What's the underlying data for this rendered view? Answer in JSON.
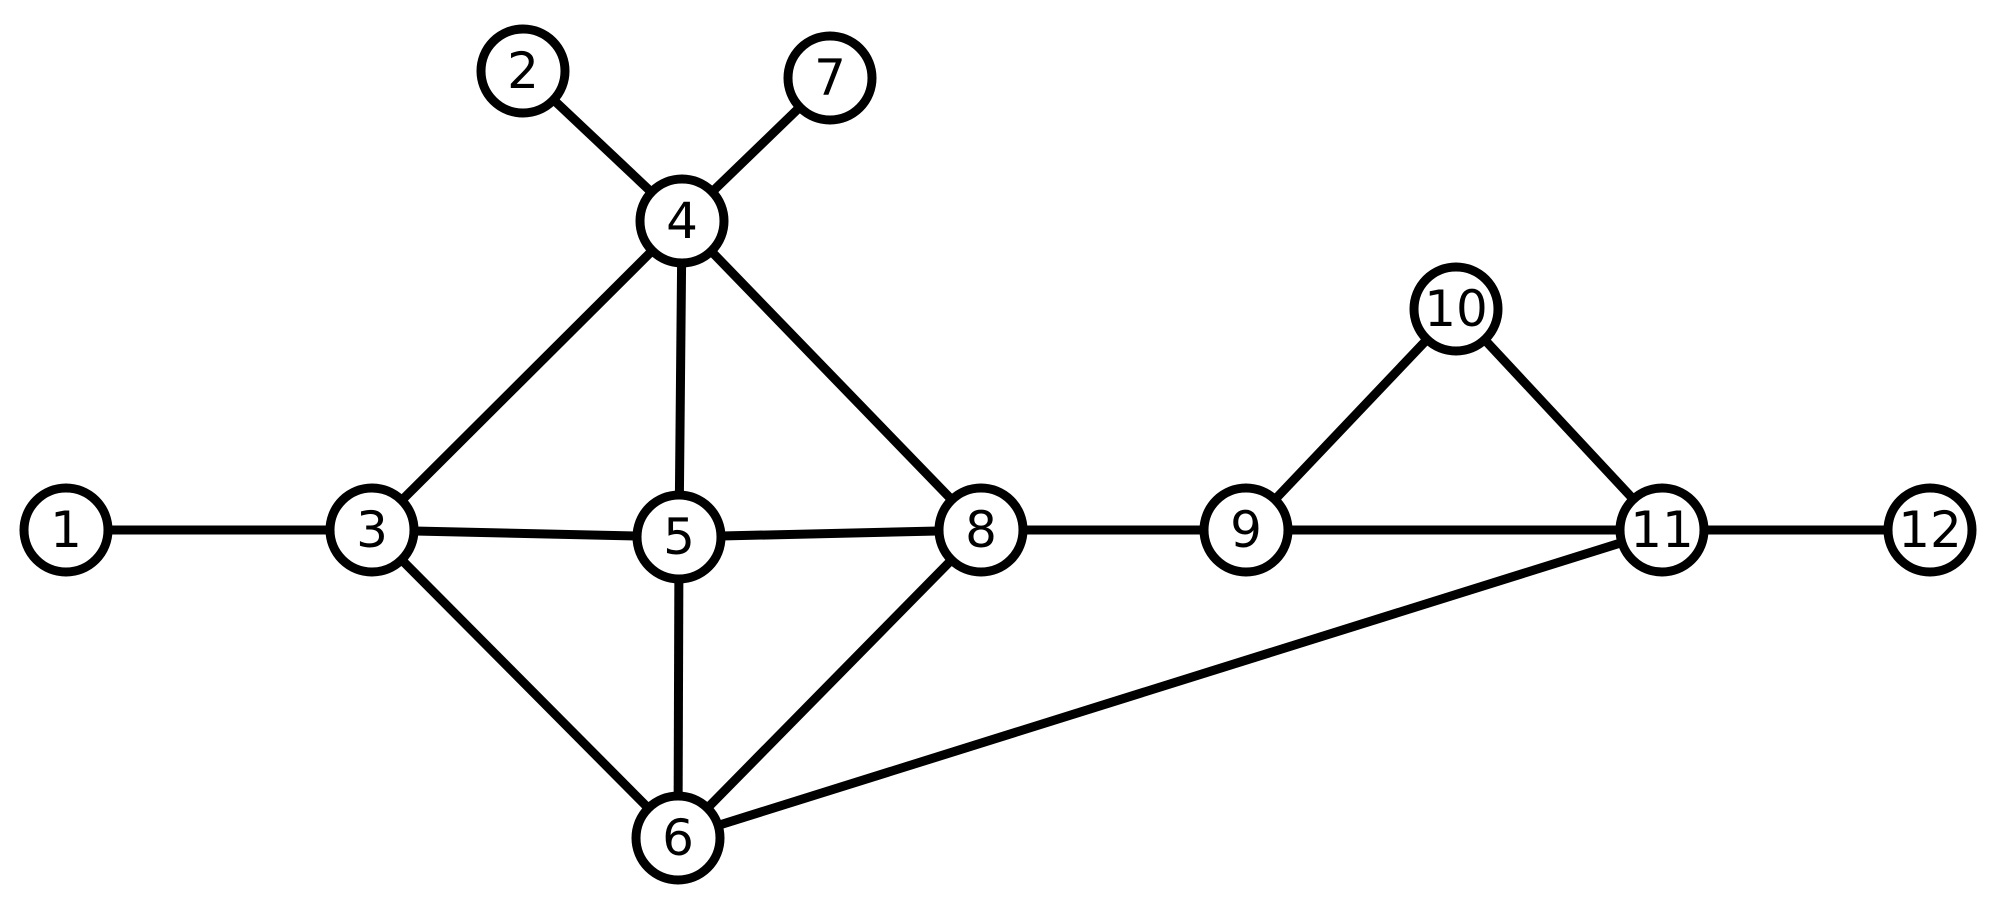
{
  "colors": {
    "background": "#ffffff",
    "stroke": "#000000",
    "node_fill": "#ffffff",
    "text": "#000000"
  },
  "graph": {
    "nodes": [
      {
        "id": "1",
        "label": "1"
      },
      {
        "id": "2",
        "label": "2"
      },
      {
        "id": "3",
        "label": "3"
      },
      {
        "id": "4",
        "label": "4"
      },
      {
        "id": "5",
        "label": "5"
      },
      {
        "id": "6",
        "label": "6"
      },
      {
        "id": "7",
        "label": "7"
      },
      {
        "id": "8",
        "label": "8"
      },
      {
        "id": "9",
        "label": "9"
      },
      {
        "id": "10",
        "label": "10"
      },
      {
        "id": "11",
        "label": "11"
      },
      {
        "id": "12",
        "label": "12"
      }
    ],
    "edges": [
      {
        "source": "1",
        "target": "3"
      },
      {
        "source": "2",
        "target": "4"
      },
      {
        "source": "7",
        "target": "4"
      },
      {
        "source": "4",
        "target": "3"
      },
      {
        "source": "4",
        "target": "5"
      },
      {
        "source": "4",
        "target": "8"
      },
      {
        "source": "3",
        "target": "5"
      },
      {
        "source": "3",
        "target": "6"
      },
      {
        "source": "5",
        "target": "8"
      },
      {
        "source": "5",
        "target": "6"
      },
      {
        "source": "8",
        "target": "6"
      },
      {
        "source": "8",
        "target": "9"
      },
      {
        "source": "9",
        "target": "10"
      },
      {
        "source": "9",
        "target": "11"
      },
      {
        "source": "10",
        "target": "11"
      },
      {
        "source": "6",
        "target": "11"
      },
      {
        "source": "11",
        "target": "12"
      }
    ]
  }
}
